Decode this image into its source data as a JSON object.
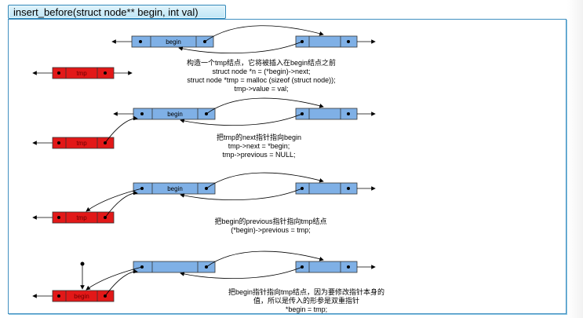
{
  "title": "insert_before(struct node** begin, int val)",
  "nodes": {
    "begin": "begin",
    "tmp": "tmp"
  },
  "steps": [
    {
      "lines": [
        "构造一个tmp结点，它将被插入在begin结点之前",
        "struct node *n = (*begin)->next;",
        "struct node *tmp = malloc (sizeof (struct node));",
        "tmp->value = val;"
      ]
    },
    {
      "lines": [
        "把tmp的next指针指向begin",
        "tmp->next = *begin;",
        "tmp->previous = NULL;"
      ]
    },
    {
      "lines": [
        "把begin的previous指针指向tmp结点",
        "(*begin)->previous = tmp;"
      ]
    },
    {
      "lines": [
        "把begin指针指向tmp结点，因为要修改指针本身的",
        "值，所以是传入的形参是双重指针",
        "*begin = tmp;"
      ]
    }
  ],
  "colors": {
    "blue_node": "#7fb0e6",
    "red_node": "#e21818",
    "border": "#3f8fc0"
  }
}
